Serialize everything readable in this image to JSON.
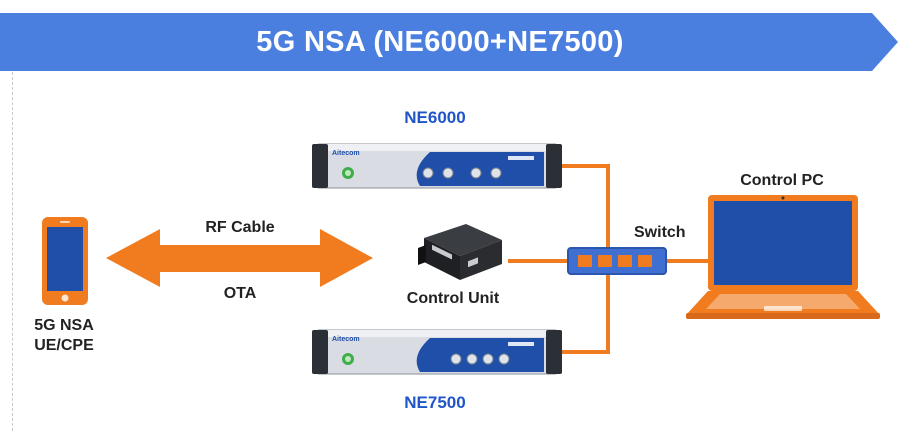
{
  "banner": {
    "title": "5G NSA (NE6000+NE7500)"
  },
  "devices": {
    "ne6000": {
      "label": "NE6000",
      "brand": "Aitecom"
    },
    "ne7500": {
      "label": "NE7500",
      "brand": "Aitecom"
    },
    "control_unit": {
      "label": "Control Unit"
    },
    "switch": {
      "label": "Switch"
    },
    "control_pc": {
      "label": "Control PC"
    },
    "ue": {
      "label_line1": "5G NSA",
      "label_line2": "UE/CPE"
    }
  },
  "links": {
    "rf_cable": "RF Cable",
    "ota": "OTA"
  },
  "colors": {
    "banner": "#4a7fe0",
    "accent_orange": "#f07c1f",
    "device_blue": "#1f4fa8",
    "label_blue": "#1f55c9"
  }
}
